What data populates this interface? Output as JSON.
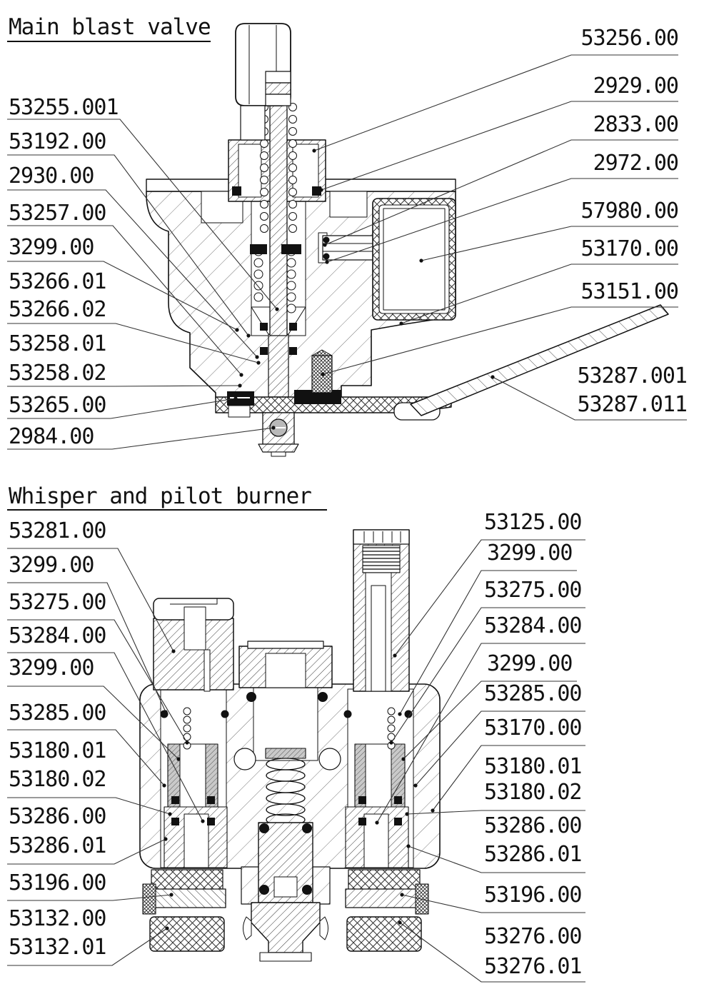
{
  "colors": {
    "ink": "#111111",
    "leader": "#333333",
    "paper": "#ffffff"
  },
  "main_blast_valve": {
    "title": "Main blast valve",
    "left_labels": [
      "53255.001",
      "53192.00",
      "2930.00",
      "53257.00",
      "3299.00",
      "53266.01",
      "53266.02",
      "53258.01",
      "53258.02",
      "53265.00",
      "2984.00"
    ],
    "right_labels": [
      "53256.00",
      "2929.00",
      "2833.00",
      "2972.00",
      "57980.00",
      "53170.00",
      "53151.00",
      "53287.001",
      "53287.011"
    ]
  },
  "whisper_pilot_burner": {
    "title": "Whisper and pilot burner",
    "left_labels": [
      "53281.00",
      "3299.00",
      "53275.00",
      "53284.00",
      "3299.00",
      "53285.00",
      "53180.01",
      "53180.02",
      "53286.00",
      "53286.01",
      "53196.00",
      "53132.00",
      "53132.01"
    ],
    "right_labels": [
      "53125.00",
      "3299.00",
      "53275.00",
      "53284.00",
      "3299.00",
      "53285.00",
      "53170.00",
      "53180.01",
      "53180.02",
      "53286.00",
      "53286.01",
      "53196.00",
      "53276.00",
      "53276.01"
    ]
  }
}
